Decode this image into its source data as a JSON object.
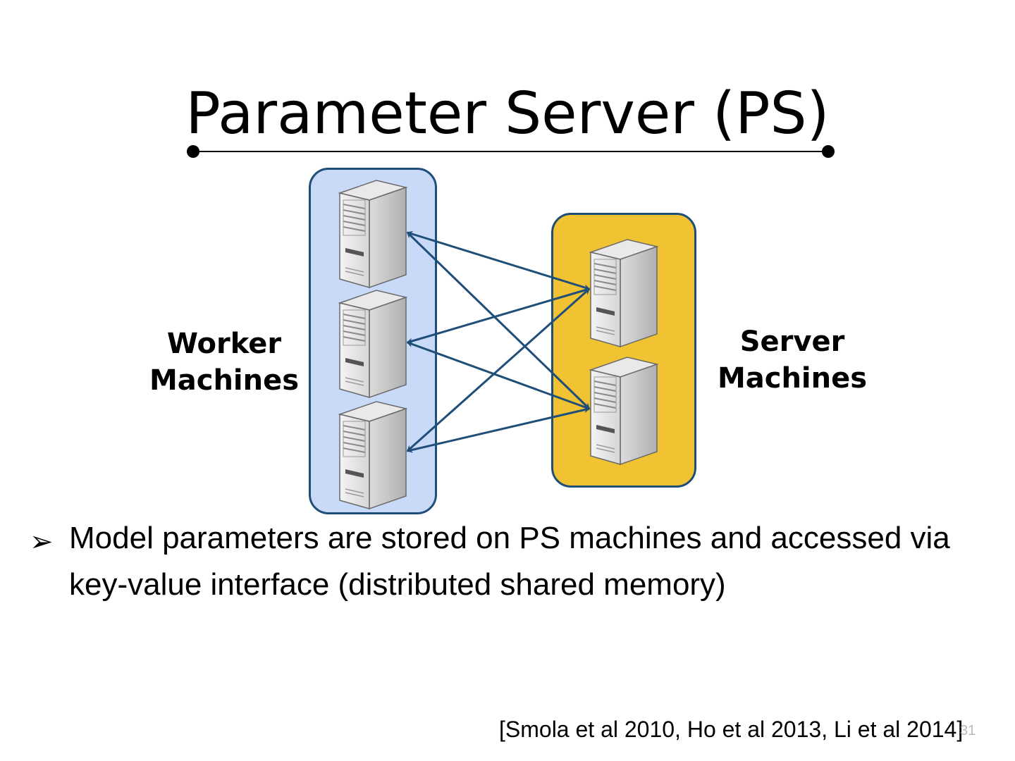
{
  "slide": {
    "title": "Parameter Server (PS)",
    "page_number": "31"
  },
  "diagram": {
    "worker_group": {
      "label_line1": "Worker",
      "label_line2": "Machines",
      "fill": "#c9daf8",
      "machine_count": 3
    },
    "server_group": {
      "label_line1": "Server",
      "label_line2": "Machines",
      "fill": "#f1c232",
      "machine_count": 2
    },
    "arrow_color": "#1f4e79",
    "icons": [
      "server-tower-icon"
    ],
    "connections": "every worker machine connects to every server machine (bidirectional)"
  },
  "bullet": {
    "marker": "➢",
    "text": "Model parameters are stored on PS machines and accessed via key-value interface (distributed shared memory)"
  },
  "citation": "[Smola et al 2010, Ho et al 2013, Li et al 2014]"
}
